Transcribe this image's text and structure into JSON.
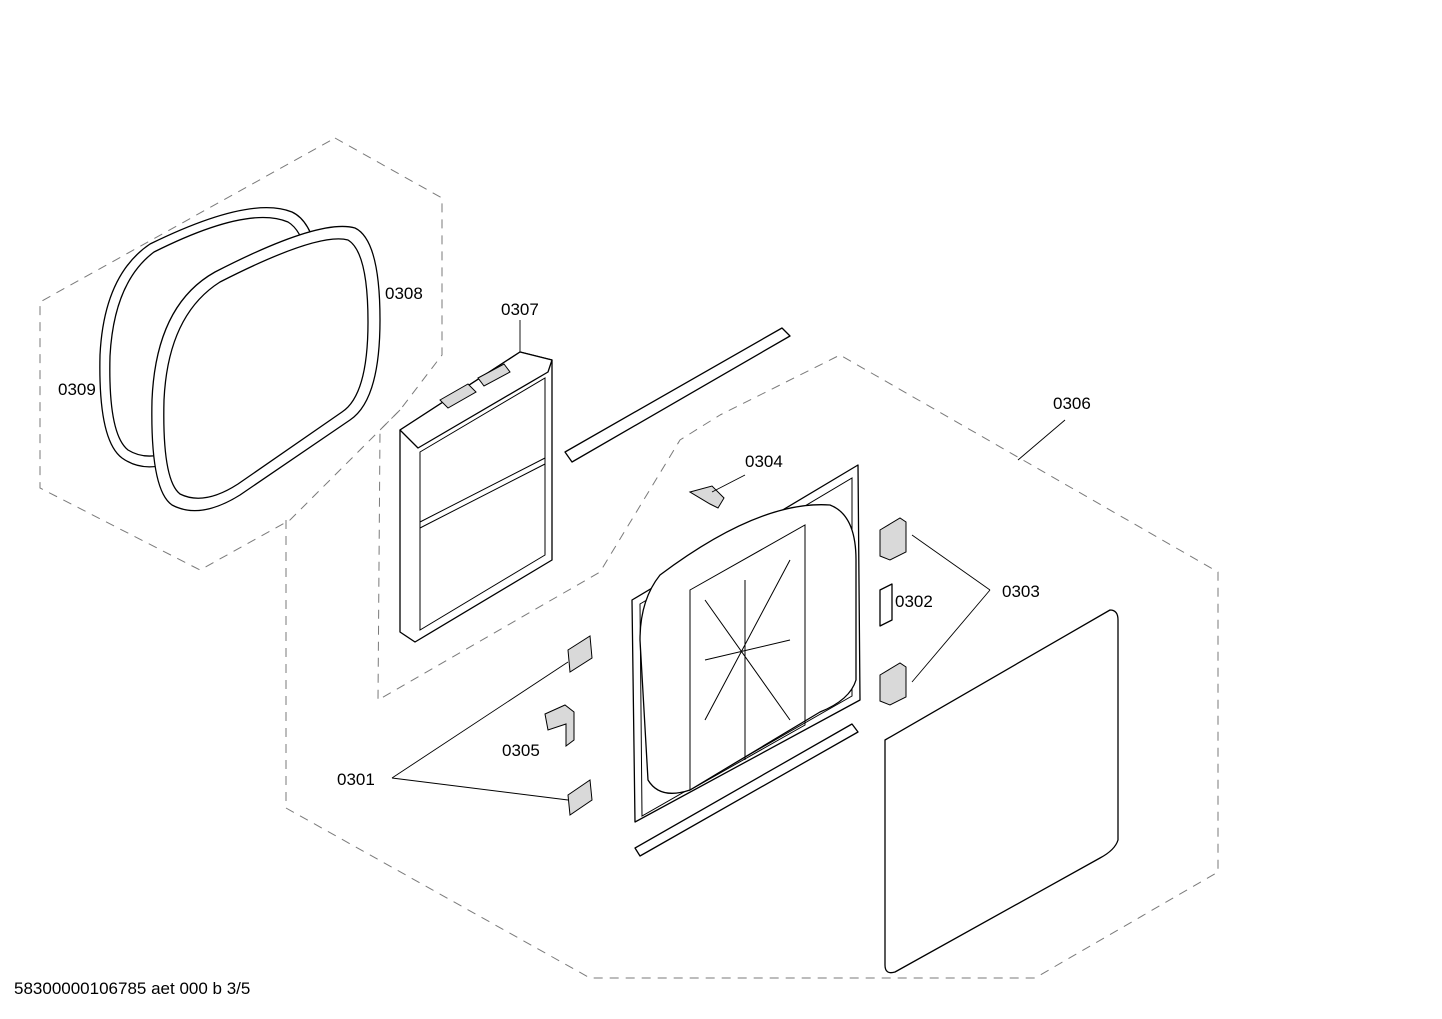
{
  "labels": {
    "p0301": "0301",
    "p0302": "0302",
    "p0303": "0303",
    "p0304": "0304",
    "p0305": "0305",
    "p0306": "0306",
    "p0307": "0307",
    "p0308": "0308",
    "p0309": "0309"
  },
  "footer": "58300000106785 aet 000 b 3/5"
}
